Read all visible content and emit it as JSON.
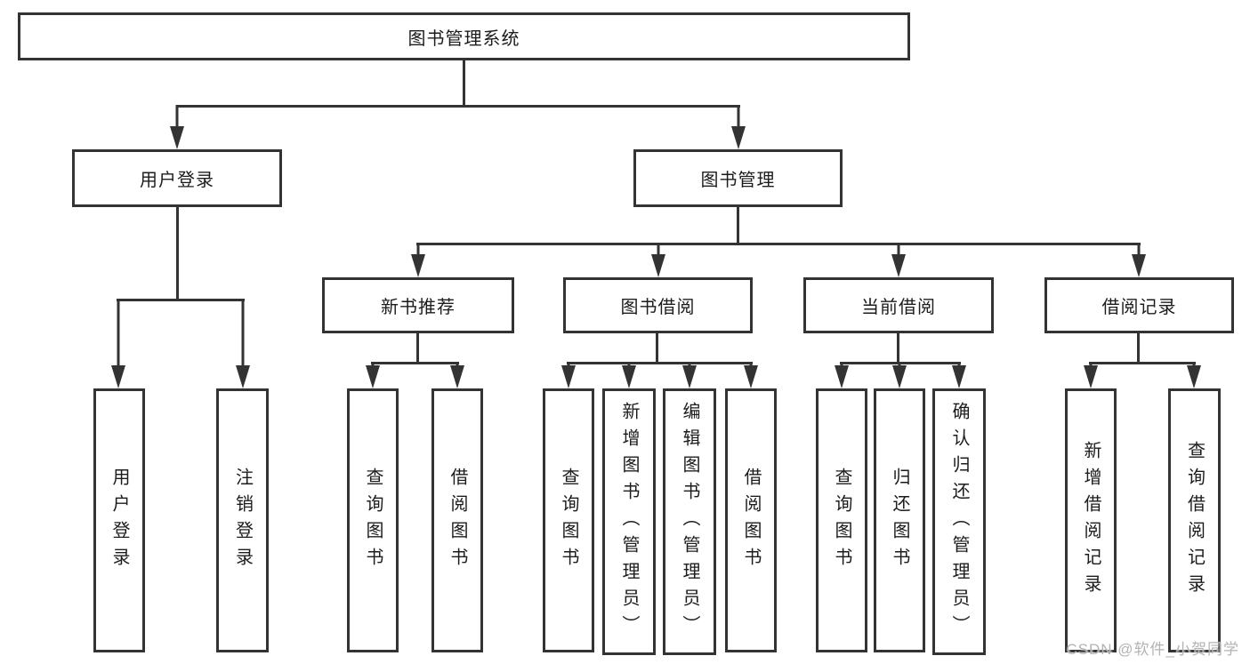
{
  "diagram": {
    "root": "图书管理系统",
    "level1": [
      {
        "label": "用户登录",
        "children": [
          "用户登录",
          "注销登录"
        ]
      },
      {
        "label": "图书管理",
        "children": [
          {
            "label": "新书推荐",
            "children": [
              "查询图书",
              "借阅图书"
            ]
          },
          {
            "label": "图书借阅",
            "children": [
              "查询图书",
              "新增图书（管理员）",
              "编辑图书（管理员）",
              "借阅图书"
            ]
          },
          {
            "label": "当前借阅",
            "children": [
              "查询图书",
              "归还图书",
              "确认归还（管理员）"
            ]
          },
          {
            "label": "借阅记录",
            "children": [
              "新增借阅记录",
              "查询借阅记录"
            ]
          }
        ]
      }
    ]
  },
  "watermark": "CSDN @软件_小贺同学",
  "colors": {
    "line": "#333333",
    "text": "#1c1c1c",
    "background": "#ffffff",
    "watermark": "#b3b3b3"
  }
}
